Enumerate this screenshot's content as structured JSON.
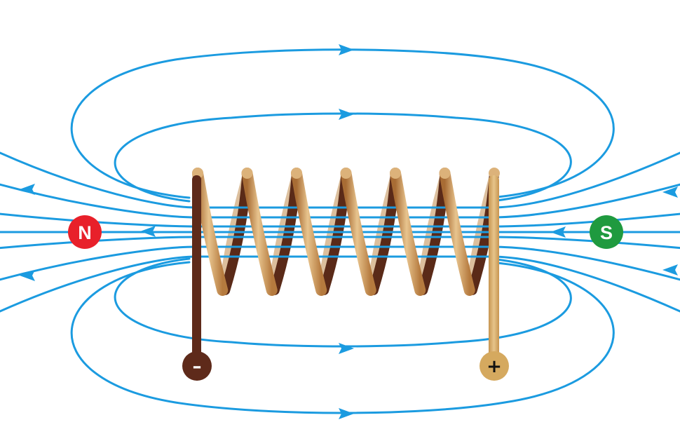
{
  "colors": {
    "field_line": "#1b9be0",
    "north_pole": "#e8202a",
    "south_pole": "#1f9a3f",
    "coil_light": "#dcb27a",
    "coil_mid": "#c08a4c",
    "coil_dark": "#5a2a18",
    "negative_lead": "#5e2a1a",
    "positive_lead": "#d5a95f",
    "background": "#ffffff"
  },
  "poles": {
    "north": {
      "label": "N",
      "icon": "north-pole-marker"
    },
    "south": {
      "label": "S",
      "icon": "south-pole-marker"
    }
  },
  "terminals": {
    "negative": {
      "label": "–",
      "icon": "negative-terminal"
    },
    "positive": {
      "label": "+",
      "icon": "positive-terminal"
    }
  },
  "coil": {
    "turns": 7
  }
}
